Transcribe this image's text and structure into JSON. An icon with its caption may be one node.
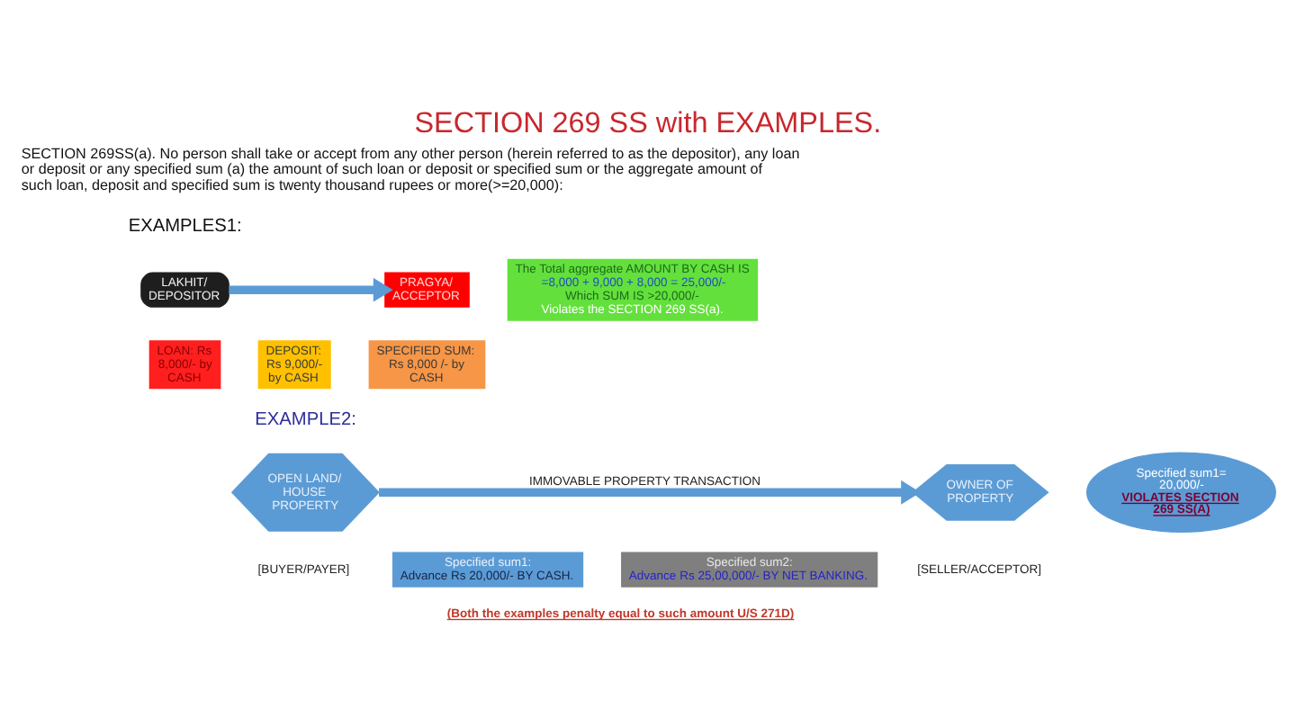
{
  "diagram": {
    "title": "SECTION 269 SS with EXAMPLES.",
    "nodes": [
      {
        "text": [
          "LAKHIT/ DEPOSITOR"
        ]
      },
      {
        "text": [
          "LOAN: Rs 8,000/- by CASH"
        ]
      },
      {
        "text": [
          "DEPOSIT: Rs 9,000/- by CASH"
        ]
      },
      {
        "text": [
          "SPECIFIED SUM: Rs 8,000 /- by CASH"
        ]
      },
      {
        "text": [
          "PRAGYA/ ACCEPTOR"
        ]
      },
      {
        "text": [
          "The Total aggregate AMOUNT BY CASH IS",
          "=8,000 + 9,000 + 8,000 = 25,000/-",
          "Which SUM IS >20,000/-",
          "Violates the SECTION 269 SS(a)."
        ]
      },
      {
        "text": [
          "OPEN LAND/ HOUSE PROPERTY"
        ],
        "beside": [
          "[BUYER/PAYER]"
        ]
      },
      {
        "text": [
          "Specified sum1:",
          "Advance Rs 20,000/- BY CASH."
        ]
      },
      {
        "text": [
          "Specified sum2:",
          "Advance Rs 25,00,000/- BY NET BANKING."
        ]
      },
      {
        "text": [
          "OWNER OF PROPERTY"
        ],
        "beside": [
          "[SELLER/ACCEPTOR]"
        ]
      },
      {
        "text": [
          "Specified sum1= 20,000/-",
          "VIOLATES SECTION 269 SS(A)"
        ]
      }
    ],
    "edges": [
      {
        "from": 0,
        "to": 4,
        "arrow": "to"
      },
      {
        "from": 6,
        "to": 9,
        "arrow": "to",
        "label": "IMMOVABLE PROPERTY TRANSACTION"
      }
    ],
    "labels": [
      "SECTION 269SS(a). No person shall take or accept from any other person (herein referred to as the depositor), any loan or deposit or any specified sum (a) the amount of such loan or deposit or specified sum or the aggregate amount of such loan, deposit and specified sum is twenty thousand rupees or more(>=20,000):",
      "EXAMPLES1:",
      "EXAMPLE2:",
      "(Both the examples penalty equal to such amount U/S 271D)"
    ]
  }
}
